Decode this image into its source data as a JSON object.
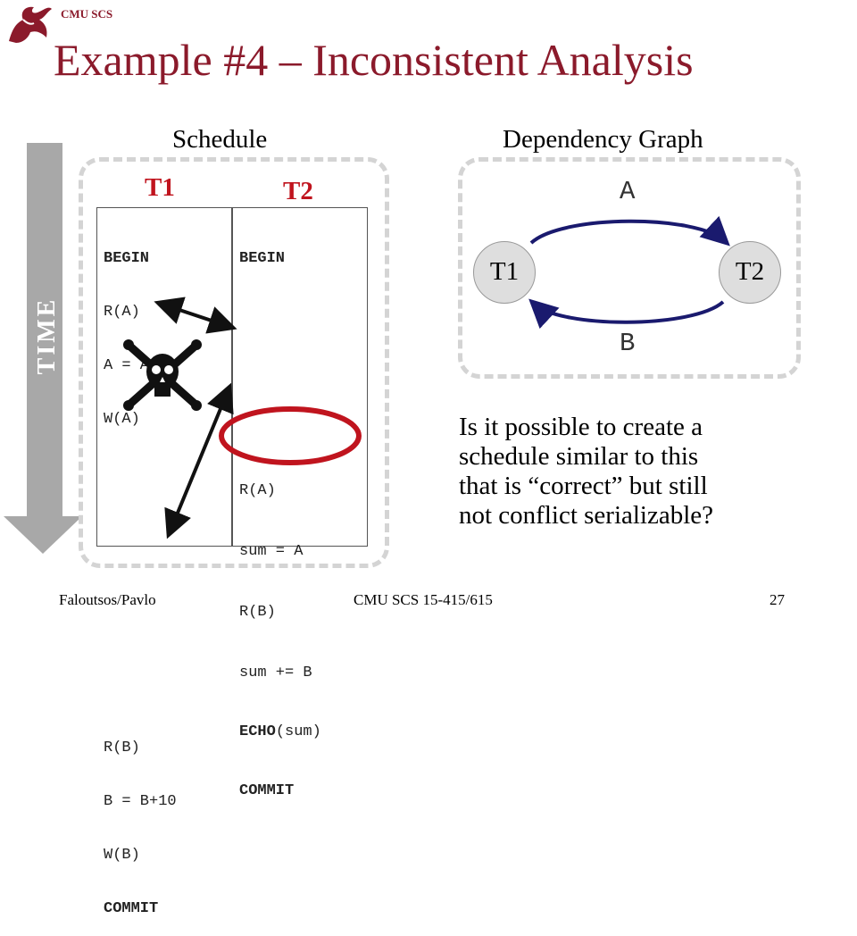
{
  "header": {
    "org": "CMU SCS",
    "title": "Example #4 – Inconsistent Analysis",
    "logo_icon": "dragon-icon"
  },
  "schedule": {
    "heading": "Schedule",
    "t1_label": "T1",
    "t2_label": "T2",
    "t1_ops": [
      "BEGIN",
      "R(A)",
      "A = A-10",
      "W(A)",
      "",
      "",
      "",
      "",
      "",
      "R(B)",
      "B = B+10",
      "W(B)",
      "COMMIT"
    ],
    "t2_ops": [
      "BEGIN",
      "",
      "",
      "",
      "R(A)",
      "sum = A",
      "R(B)",
      "sum += B",
      "ECHO(sum)",
      "COMMIT"
    ],
    "time_label": "TIME",
    "hazard_icon": "skull-crossbones-icon",
    "highlight_color": "#c0141e",
    "title_color": "#8b1a2b"
  },
  "graph": {
    "heading": "Dependency Graph",
    "node_t1": "T1",
    "node_t2": "T2",
    "edge_top": "A",
    "edge_bottom": "B",
    "edge_color": "#1a1a6e"
  },
  "question": {
    "lines": [
      "Is it possible to create a",
      "schedule similar to this",
      "that is “correct” but still",
      "not conflict serializable?"
    ]
  },
  "footer": {
    "left": "Faloutsos/Pavlo",
    "center": "CMU SCS 15-415/615",
    "page": "27"
  }
}
